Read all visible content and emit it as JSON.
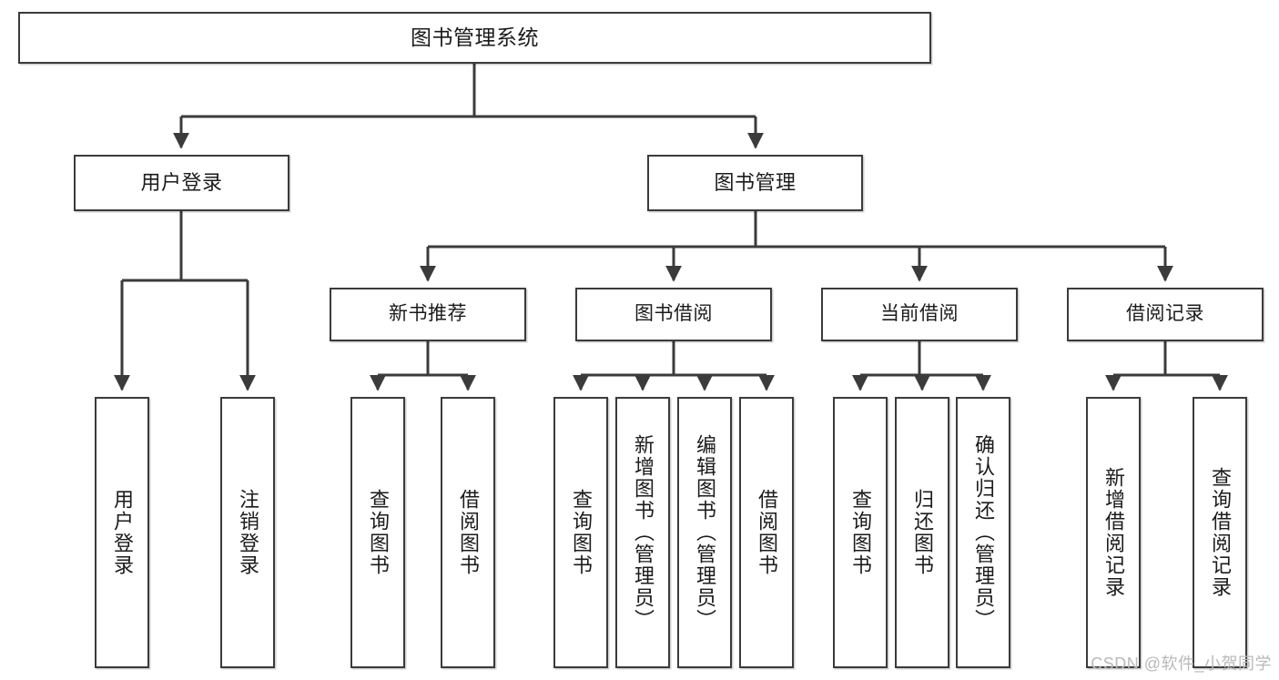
{
  "diagram": {
    "title": "图书管理系统",
    "watermark": "CSDN @软件_小贺同学",
    "line_color": "#3b3b3b",
    "box_fill": "#ffffff",
    "text_color": "#1b1b1b",
    "root": {
      "label": "图书管理系统"
    },
    "level2": [
      {
        "label": "用户登录"
      },
      {
        "label": "图书管理"
      }
    ],
    "level3": [
      {
        "label": "新书推荐"
      },
      {
        "label": "图书借阅"
      },
      {
        "label": "当前借阅"
      },
      {
        "label": "借阅记录"
      }
    ],
    "leaves": {
      "user_login": [
        {
          "label": "用户登录"
        },
        {
          "label": "注销登录"
        }
      ],
      "new_book_recommend": [
        {
          "label": "查询图书"
        },
        {
          "label": "借阅图书"
        }
      ],
      "book_borrow": [
        {
          "label": "查询图书"
        },
        {
          "label": "新增图书（管理员）"
        },
        {
          "label": "编辑图书（管理员）"
        },
        {
          "label": "借阅图书"
        }
      ],
      "current_borrow": [
        {
          "label": "查询图书"
        },
        {
          "label": "归还图书"
        },
        {
          "label": "确认归还（管理员）"
        }
      ],
      "borrow_record": [
        {
          "label": "新增借阅记录"
        },
        {
          "label": "查询借阅记录"
        }
      ]
    }
  }
}
